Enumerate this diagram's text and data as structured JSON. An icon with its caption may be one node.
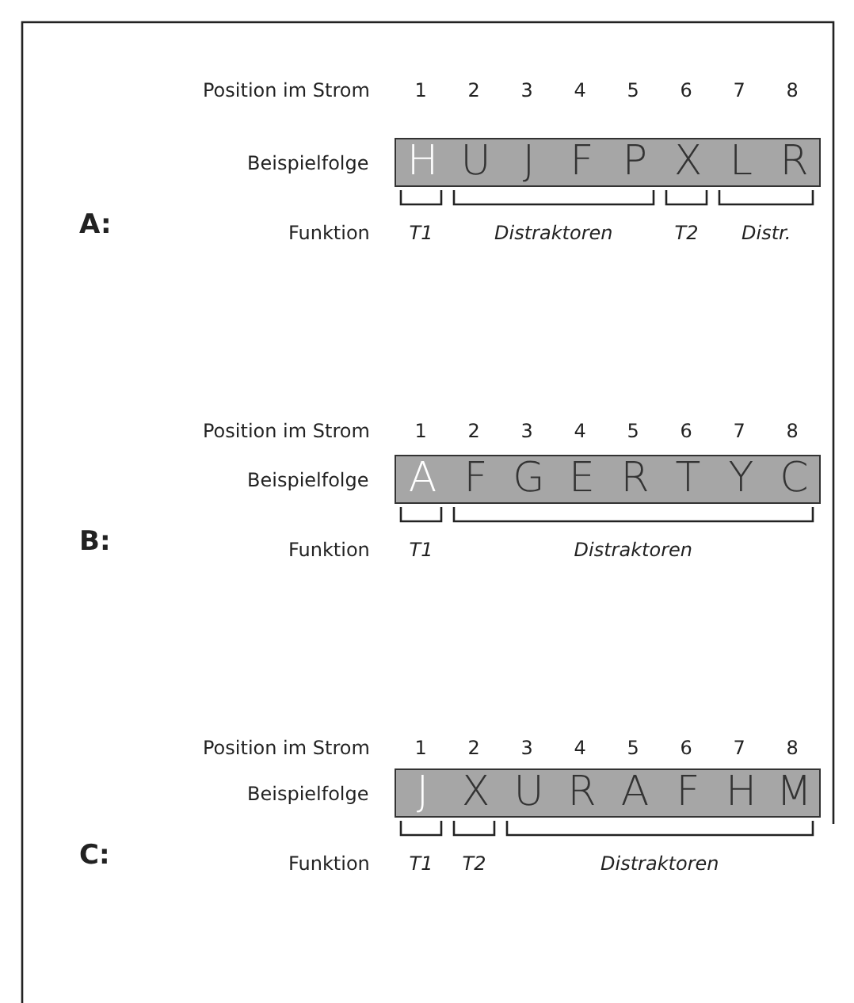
{
  "diagram": {
    "nodes": [
      {
        "text": [
          "H",
          "U",
          "J",
          "F",
          "P",
          "X",
          "L",
          "R"
        ]
      },
      {
        "text": [
          "A",
          "F",
          "G",
          "E",
          "R",
          "T",
          "Y",
          "C"
        ]
      },
      {
        "text": [
          "J",
          "X",
          "U",
          "R",
          "A",
          "F",
          "H",
          "M"
        ]
      }
    ],
    "edges": [],
    "labels": [
      "Position im Strom",
      "1",
      "2",
      "3",
      "4",
      "5",
      "6",
      "7",
      "8",
      "Beispielfolge",
      "A:",
      "Funktion",
      "T1",
      "Distraktoren",
      "T2",
      "Distr.",
      "Position im Strom",
      "1",
      "2",
      "3",
      "4",
      "5",
      "6",
      "7",
      "8",
      "Beispielfolge",
      "B:",
      "Funktion",
      "T1",
      "Distraktoren",
      "Position im Strom",
      "1",
      "2",
      "3",
      "4",
      "5",
      "6",
      "7",
      "8",
      "Beispielfolge",
      "C:",
      "Funktion",
      "T1",
      "T2",
      "Distraktoren"
    ]
  }
}
